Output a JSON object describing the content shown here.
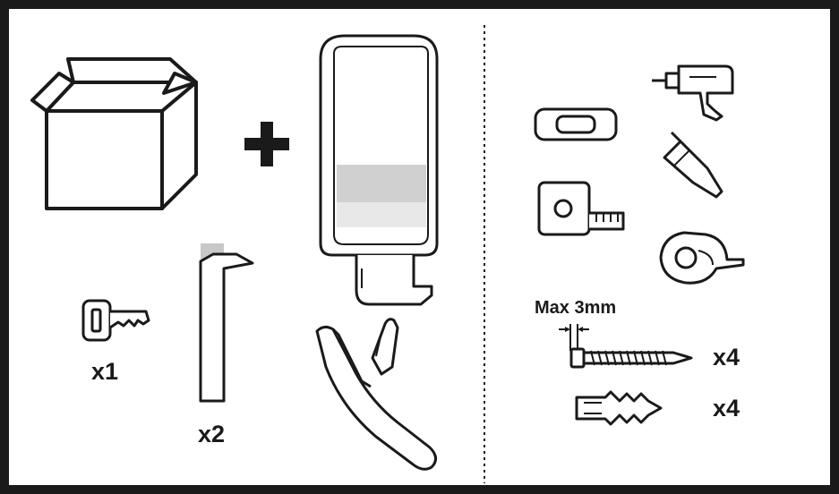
{
  "panel_left": {
    "key": {
      "icon": "key-icon",
      "qty": "x1"
    },
    "adhesive_strip": {
      "icon": "adhesive-strip-icon",
      "qty": "x2"
    },
    "box": {
      "icon": "cardboard-box-icon"
    },
    "plus": {
      "icon": "plus-icon"
    },
    "dispenser": {
      "icon": "soap-dispenser-icon"
    },
    "bracket": {
      "icon": "wall-bracket-icon"
    }
  },
  "panel_right": {
    "tools": [
      {
        "icon": "spirit-level-icon"
      },
      {
        "icon": "power-drill-icon"
      },
      {
        "icon": "tape-measure-icon"
      },
      {
        "icon": "screwdriver-icon"
      },
      {
        "icon": "tape-roll-icon"
      }
    ],
    "screw": {
      "icon": "screw-icon",
      "max_label": "Max 3mm",
      "qty": "x4"
    },
    "wall_plug": {
      "icon": "wall-plug-icon",
      "qty": "x4"
    }
  },
  "colors": {
    "ink": "#1a1a1a",
    "grey_band": "#d0d0d0",
    "light_band": "#e8e8e8"
  }
}
